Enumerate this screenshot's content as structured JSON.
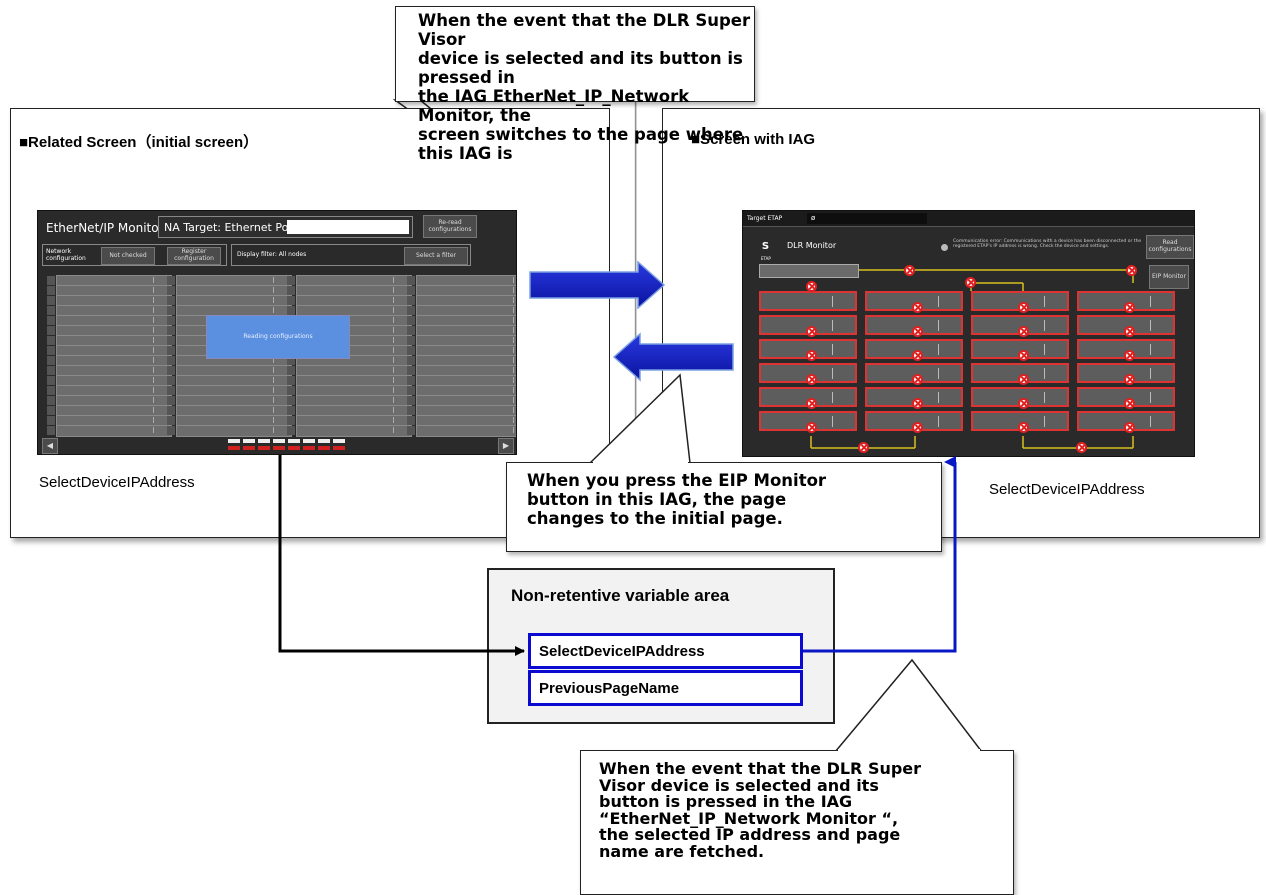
{
  "callout_top": {
    "lines": [
      "When the event that the DLR Super Visor",
      "device is selected and its button is pressed in",
      "the IAG EtherNet_IP_Network Monitor, the",
      "screen switches to the page where this IAG is"
    ]
  },
  "left_panel": {
    "title": "■Related Screen（initial screen）",
    "caption": "SelectDeviceIPAddress"
  },
  "right_panel": {
    "title": "■Screen with IAG",
    "caption": "SelectDeviceIPAddress"
  },
  "eip_screen": {
    "title": "EtherNet/IP  Monitor",
    "na_target": "NA  Target:  Ethernet Port",
    "reread_button": "Re-read configurations",
    "network_label": "Network configuration",
    "not_checked_button": "Not checked",
    "register_button": "Register configuration",
    "display_filter": "Display filter: All nodes",
    "select_filter_button": "Select a filter",
    "dialog": "Reading configurations",
    "prev_arrow": "◀",
    "next_arrow": "▶"
  },
  "dlr_screen": {
    "target_label": "Target ETAP",
    "target_value": "ø",
    "s_label": "S",
    "title": "DLR Monitor",
    "message": "Communication error: Communications with a device has been disconnected or the registered ETAP's IP address is wrong. Check the device and settings.",
    "reread_button": "Read configurations",
    "etap_label": "ETAP",
    "eip_button": "EIP Monitor"
  },
  "callout_middle": {
    "lines": [
      "When you press the EIP Monitor",
      "button  in  this  IAG,  the  page",
      "changes to the initial page."
    ]
  },
  "var_area": {
    "title": "Non-retentive variable area",
    "items": [
      "SelectDeviceIPAddress",
      "PreviousPageName"
    ]
  },
  "callout_bottom": {
    "lines": [
      "When the event that the DLR Super",
      "Visor  device  is  selected  and  its",
      "button  is  pressed  in  the  IAG",
      "“EtherNet_IP_Network  Monitor  “,",
      "the selected IP address and page",
      "name are fetched."
    ]
  },
  "colors": {
    "arrow_blue": "#0a17c4",
    "box_blue": "#0a0ad0",
    "node_red": "#dd3333"
  }
}
